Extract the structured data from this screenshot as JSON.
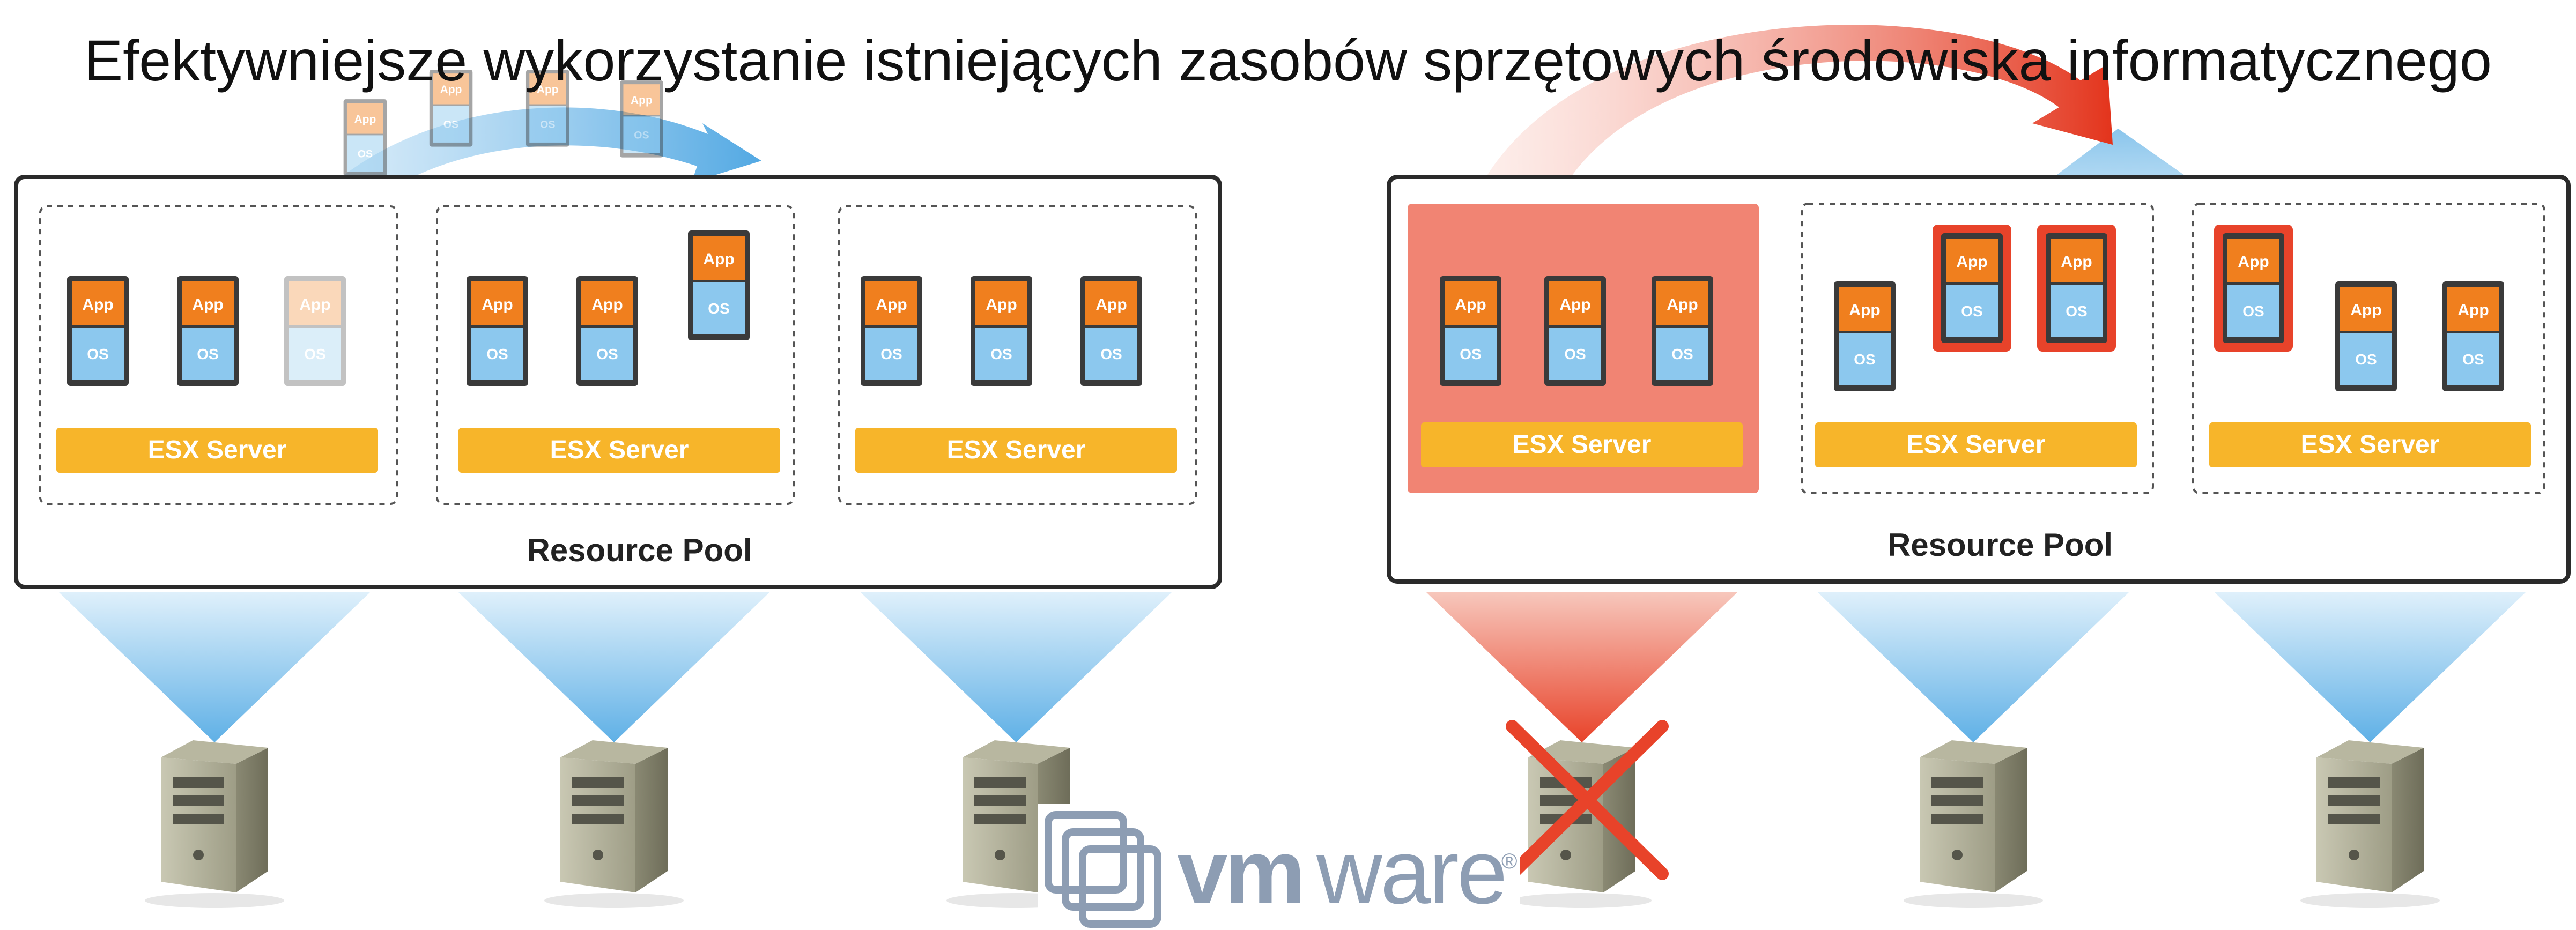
{
  "title": "Efektywniejsze wykorzystanie istniejących zasobów sprzętowych środowiska informatycznego",
  "labels": {
    "app": "App",
    "os": "OS",
    "esx_server": "ESX Server",
    "resource_pool": "Resource Pool"
  },
  "logo": {
    "text_vm": "vm",
    "text_ware": "ware",
    "registered": "®"
  },
  "colors": {
    "app_orange": "#f07f1e",
    "os_blue": "#8cc8ee",
    "esx_yellow": "#f7b52a",
    "arrow_blue": "#6fb6e6",
    "arrow_red": "#e8432a",
    "failed_red": "#ef6f5a",
    "logo_gray": "#8d9db3"
  },
  "diagrams": [
    {
      "id": "left",
      "servers": [
        {
          "vms": 3,
          "ghost_vm_index": 2,
          "migrated_vm": false,
          "state": "normal"
        },
        {
          "vms": 2,
          "migrated_vm": true,
          "state": "normal"
        },
        {
          "vms": 3,
          "state": "normal"
        }
      ]
    },
    {
      "id": "right",
      "servers": [
        {
          "vms": 3,
          "state": "failed"
        },
        {
          "vms": 1,
          "restarted_vms": 2,
          "state": "normal"
        },
        {
          "vms": 2,
          "restarted_vms": 1,
          "state": "normal"
        }
      ]
    }
  ]
}
